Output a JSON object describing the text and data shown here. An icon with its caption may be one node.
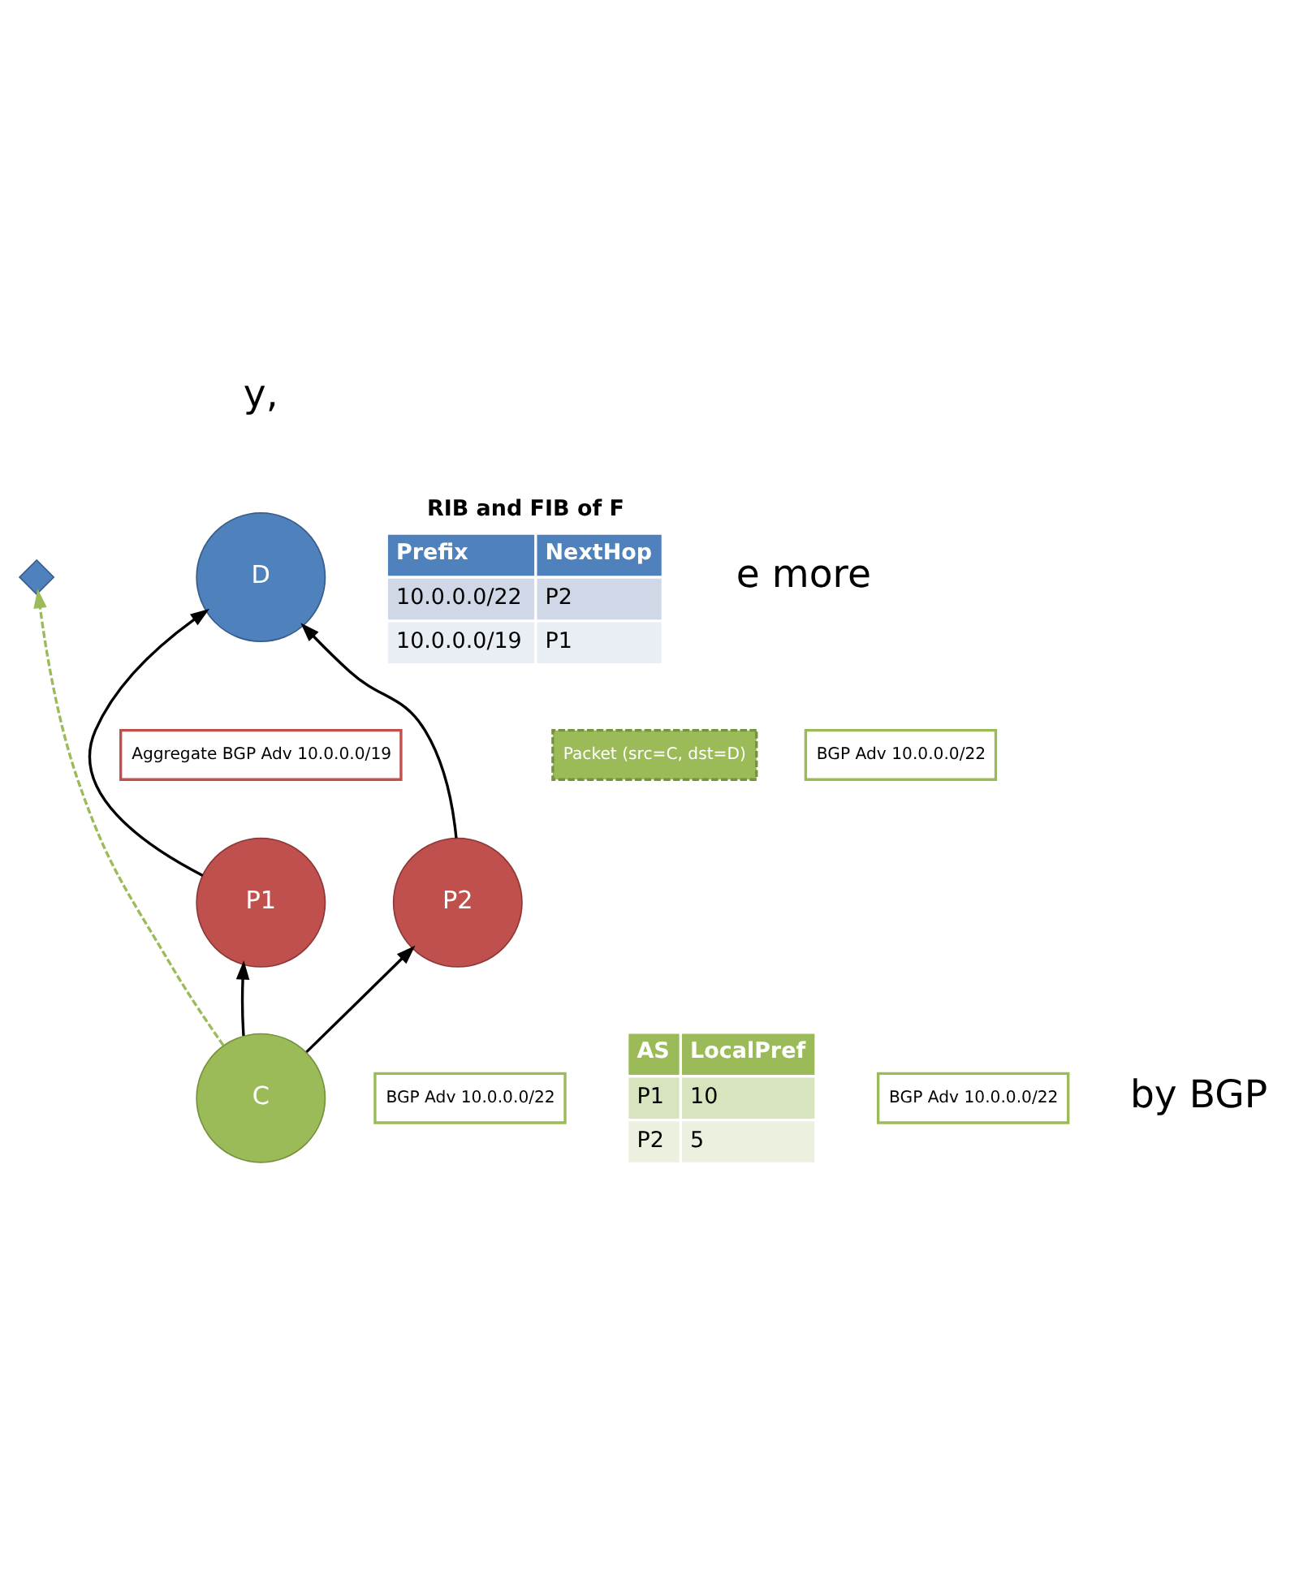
{
  "diagram": {
    "nodes": [
      {
        "text": [
          "D"
        ]
      },
      {
        "text": [
          "Aggregate BGP Adv 10.0.0.0/19"
        ]
      },
      {
        "text": [],
        "shape": "cross"
      },
      {
        "text": [
          "BGP Adv 10.0.0.0/22"
        ]
      },
      {
        "text": [
          "Packet (src=C, dst=D)"
        ]
      },
      {
        "text": [
          "P1"
        ]
      },
      {
        "text": [
          "P2"
        ]
      },
      {
        "text": [
          "BGP Adv 10.0.0.0/22"
        ]
      },
      {
        "text": [
          "BGP Adv 10.0.0.0/22"
        ]
      },
      {
        "text": [
          "C"
        ]
      }
    ],
    "edges": [
      {
        "from": 5,
        "to": 0,
        "arrow": "to"
      },
      {
        "from": 6,
        "to": 0,
        "arrow": "to"
      },
      {
        "from": 9,
        "to": 5,
        "arrow": "to"
      },
      {
        "from": 9,
        "to": 6,
        "arrow": "to"
      },
      {
        "from": 9,
        "to": 2,
        "arrow": "to",
        "style": "dashed",
        "color": "#9bbb59"
      }
    ],
    "labels": [
      "y,",
      "e more",
      "by BGP",
      "RIB and FIB of F",
      "Prefix",
      "NextHop",
      "10.0.0.0/22",
      "P2",
      "10.0.0.0/19",
      "P1",
      "AS",
      "LocalPref",
      "P1",
      "10",
      "P2",
      "5"
    ]
  }
}
